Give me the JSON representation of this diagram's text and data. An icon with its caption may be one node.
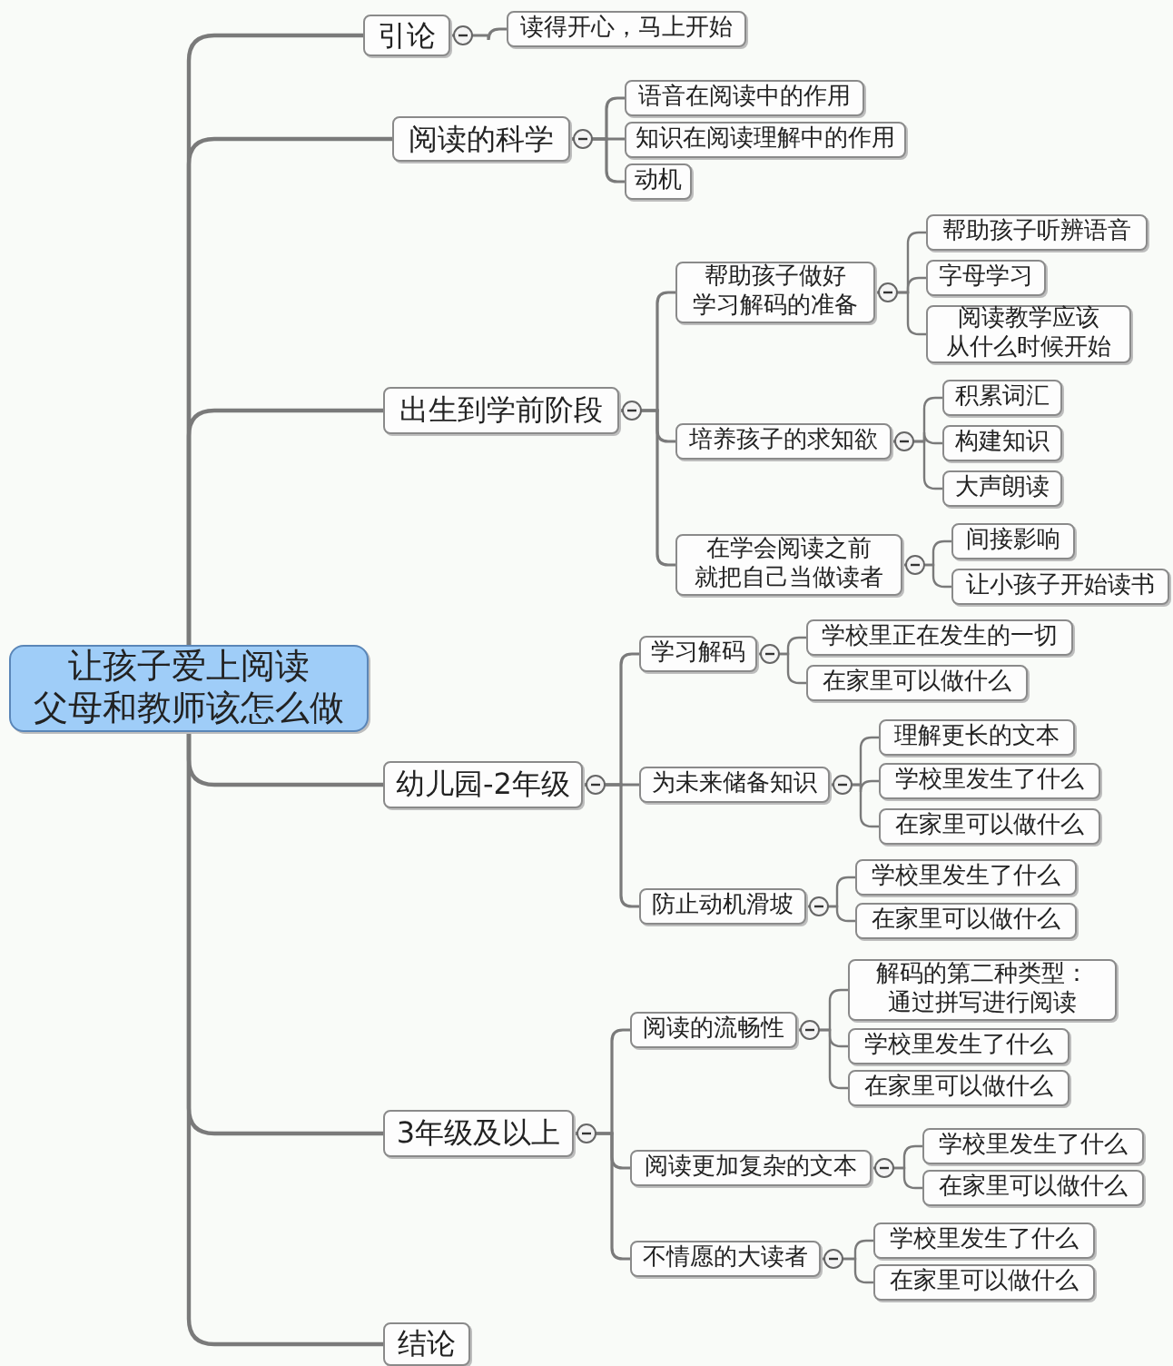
{
  "diagram": {
    "nodes": [
      {
        "text": [
          "让孩子爱上阅读父母和教师该怎么做"
        ]
      },
      {
        "text": [
          "引论"
        ]
      },
      {
        "text": [
          "读得开心，马上开始"
        ]
      },
      {
        "text": [
          "阅读的科学"
        ]
      },
      {
        "text": [
          "语音在阅读中的作用"
        ]
      },
      {
        "text": [
          "知识在阅读理解中的作用"
        ]
      },
      {
        "text": [
          "动机"
        ]
      },
      {
        "text": [
          "出生到学前阶段"
        ]
      },
      {
        "text": [
          "帮助孩子做好学习解码的准备"
        ]
      },
      {
        "text": [
          "帮助孩子听辨语音"
        ]
      },
      {
        "text": [
          "字母学习"
        ]
      },
      {
        "text": [
          "阅读教学应该从什么时候开始"
        ]
      },
      {
        "text": [
          "培养孩子的求知欲"
        ]
      },
      {
        "text": [
          "积累词汇"
        ]
      },
      {
        "text": [
          "构建知识"
        ]
      },
      {
        "text": [
          "大声朗读"
        ]
      },
      {
        "text": [
          "在学会阅读之前就把自己当做读者"
        ]
      },
      {
        "text": [
          "间接影响"
        ]
      },
      {
        "text": [
          "让小孩子开始读书"
        ]
      },
      {
        "text": [
          "幼儿园-2年级"
        ]
      },
      {
        "text": [
          "学习解码"
        ]
      },
      {
        "text": [
          "学校里正在发生的一切"
        ]
      },
      {
        "text": [
          "在家里可以做什么"
        ]
      },
      {
        "text": [
          "为未来储备知识"
        ]
      },
      {
        "text": [
          "理解更长的文本"
        ]
      },
      {
        "text": [
          "学校里发生了什么"
        ]
      },
      {
        "text": [
          "在家里可以做什么"
        ]
      },
      {
        "text": [
          "防止动机滑坡"
        ]
      },
      {
        "text": [
          "学校里发生了什么"
        ]
      },
      {
        "text": [
          "在家里可以做什么"
        ]
      },
      {
        "text": [
          "3年级及以上"
        ]
      },
      {
        "text": [
          "阅读的流畅性"
        ]
      },
      {
        "text": [
          "解码的第二种类型：通过拼写进行阅读"
        ]
      },
      {
        "text": [
          "学校里发生了什么"
        ]
      },
      {
        "text": [
          "在家里可以做什么"
        ]
      },
      {
        "text": [
          "阅读更加复杂的文本"
        ]
      },
      {
        "text": [
          "学校里发生了什么"
        ]
      },
      {
        "text": [
          "在家里可以做什么"
        ]
      },
      {
        "text": [
          "不情愿的大读者"
        ]
      },
      {
        "text": [
          "学校里发生了什么"
        ]
      },
      {
        "text": [
          "在家里可以做什么"
        ]
      },
      {
        "text": [
          "结论"
        ]
      }
    ],
    "edges": [
      {
        "from": 0,
        "to": 1,
        "arrow": "none"
      },
      {
        "from": 0,
        "to": 3,
        "arrow": "none"
      },
      {
        "from": 0,
        "to": 7,
        "arrow": "none"
      },
      {
        "from": 0,
        "to": 19,
        "arrow": "none"
      },
      {
        "from": 0,
        "to": 30,
        "arrow": "none"
      },
      {
        "from": 0,
        "to": 41,
        "arrow": "none"
      },
      {
        "from": 1,
        "to": 2,
        "arrow": "none"
      },
      {
        "from": 3,
        "to": 4,
        "arrow": "none"
      },
      {
        "from": 3,
        "to": 5,
        "arrow": "none"
      },
      {
        "from": 3,
        "to": 6,
        "arrow": "none"
      },
      {
        "from": 7,
        "to": 8,
        "arrow": "none"
      },
      {
        "from": 7,
        "to": 12,
        "arrow": "none"
      },
      {
        "from": 7,
        "to": 16,
        "arrow": "none"
      },
      {
        "from": 8,
        "to": 9,
        "arrow": "none"
      },
      {
        "from": 8,
        "to": 10,
        "arrow": "none"
      },
      {
        "from": 8,
        "to": 11,
        "arrow": "none"
      },
      {
        "from": 12,
        "to": 13,
        "arrow": "none"
      },
      {
        "from": 12,
        "to": 14,
        "arrow": "none"
      },
      {
        "from": 12,
        "to": 15,
        "arrow": "none"
      },
      {
        "from": 16,
        "to": 17,
        "arrow": "none"
      },
      {
        "from": 16,
        "to": 18,
        "arrow": "none"
      },
      {
        "from": 19,
        "to": 20,
        "arrow": "none"
      },
      {
        "from": 19,
        "to": 23,
        "arrow": "none"
      },
      {
        "from": 19,
        "to": 27,
        "arrow": "none"
      },
      {
        "from": 20,
        "to": 21,
        "arrow": "none"
      },
      {
        "from": 20,
        "to": 22,
        "arrow": "none"
      },
      {
        "from": 23,
        "to": 24,
        "arrow": "none"
      },
      {
        "from": 23,
        "to": 25,
        "arrow": "none"
      },
      {
        "from": 23,
        "to": 26,
        "arrow": "none"
      },
      {
        "from": 27,
        "to": 28,
        "arrow": "none"
      },
      {
        "from": 27,
        "to": 29,
        "arrow": "none"
      },
      {
        "from": 30,
        "to": 31,
        "arrow": "none"
      },
      {
        "from": 30,
        "to": 35,
        "arrow": "none"
      },
      {
        "from": 30,
        "to": 38,
        "arrow": "none"
      },
      {
        "from": 31,
        "to": 32,
        "arrow": "none"
      },
      {
        "from": 31,
        "to": 33,
        "arrow": "none"
      },
      {
        "from": 31,
        "to": 34,
        "arrow": "none"
      },
      {
        "from": 35,
        "to": 36,
        "arrow": "none"
      },
      {
        "from": 35,
        "to": 37,
        "arrow": "none"
      },
      {
        "from": 38,
        "to": 39,
        "arrow": "none"
      },
      {
        "from": 38,
        "to": 40,
        "arrow": "none"
      }
    ]
  }
}
